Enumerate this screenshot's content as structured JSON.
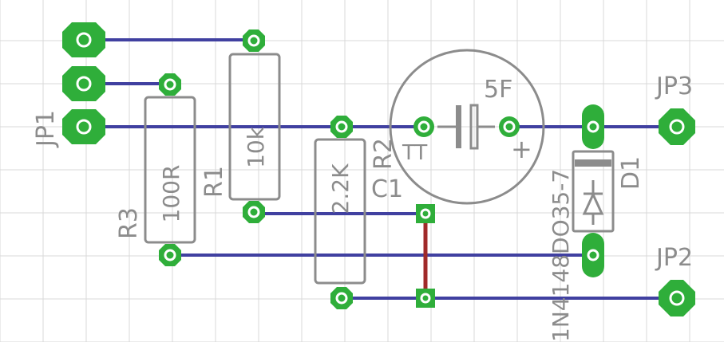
{
  "colors": {
    "grid": "#d8d8d8",
    "trace_bottom": "#4040a0",
    "trace_top": "#a02a2a",
    "pad": "#2fae3a",
    "outline": "#8c8c8c",
    "text": "#8c8c8c"
  },
  "labels": {
    "jp1": "JP1",
    "jp2": "JP2",
    "jp3": "JP3",
    "r1_name": "R1",
    "r1_value": "10k",
    "r2_name": "R2",
    "r2_value": "2.2K",
    "r3_name": "R3",
    "r3_value": "100R",
    "c1_name": "C1",
    "c1_value": "5F",
    "c1_plus": "+",
    "c1_mark": "TT",
    "d1_name": "D1",
    "d1_value": "1N4148DO35-7"
  }
}
